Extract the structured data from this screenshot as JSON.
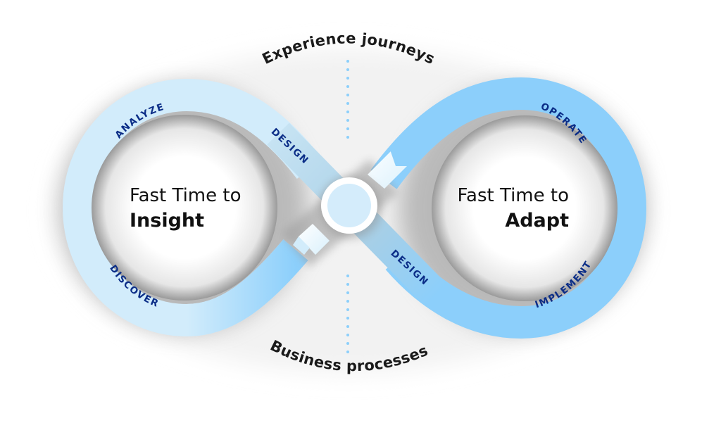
{
  "diagram": {
    "type": "infinity-loop",
    "top_label": "Experience journeys",
    "bottom_label": "Business processes",
    "left_loop": {
      "title_line1": "Fast Time to",
      "title_line2": "Insight",
      "phases": [
        "ANALYZE",
        "DESIGN",
        "DISCOVER"
      ]
    },
    "right_loop": {
      "title_line1": "Fast Time to",
      "title_line2": "Adapt",
      "phases": [
        "OPERATE",
        "DESIGN",
        "IMPLEMENT"
      ]
    },
    "colors": {
      "left_band": "#d2ecfb",
      "right_band": "#8ccffb",
      "phase_text": "#0b2d87",
      "center_node_fill": "#d4ecfb",
      "center_node_ring": "#ffffff",
      "divider_dots": "#8ccffb"
    }
  }
}
